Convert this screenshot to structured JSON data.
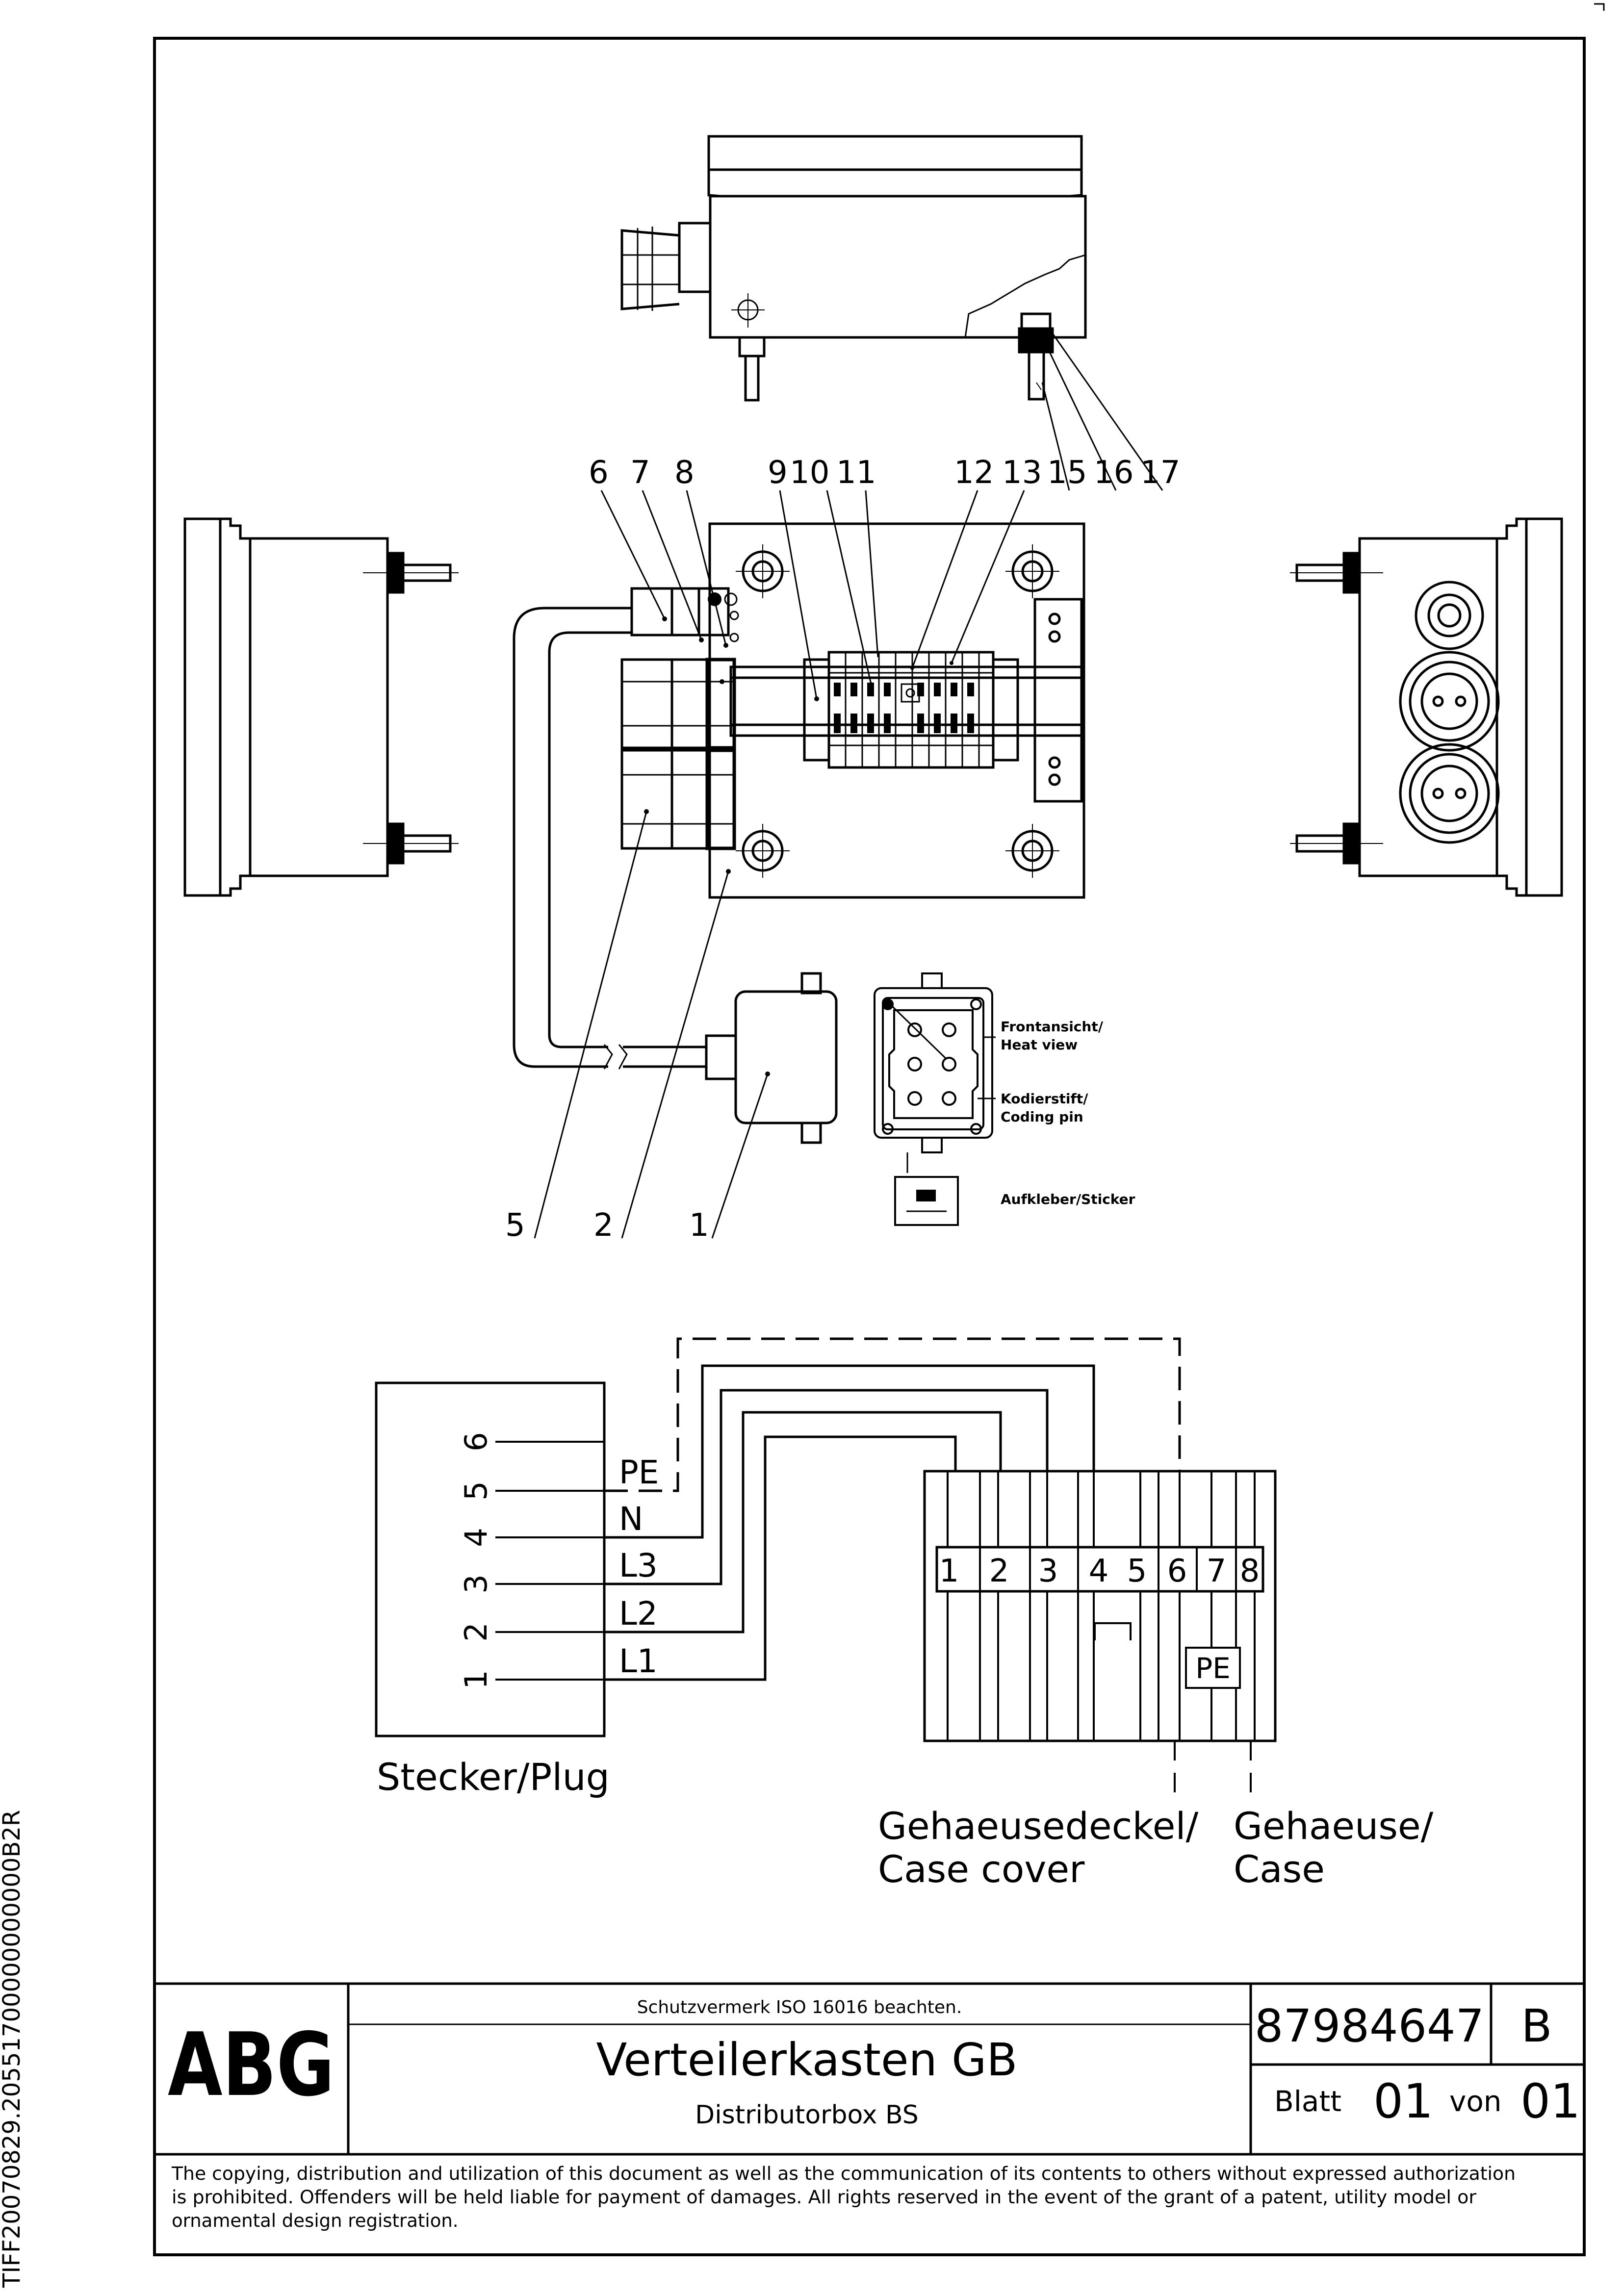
{
  "side_code": "TIFF20070829.20551700000000000B2R",
  "part_callouts": {
    "top_row": [
      "6",
      "7",
      "8",
      "9",
      "10",
      "11",
      "12",
      "13",
      "15",
      "16",
      "17"
    ],
    "bottom_row": [
      "5",
      "2",
      "1"
    ]
  },
  "connector_notes": {
    "front_view": [
      "Frontansicht/",
      "Heat view"
    ],
    "coding_pin": [
      "Kodierstift/",
      "Coding pin"
    ],
    "sticker": "Aufkleber/Sticker"
  },
  "wiring": {
    "plug_label": "Stecker/Plug",
    "plug_pins": [
      "6",
      "5",
      "4",
      "3",
      "2",
      "1"
    ],
    "wire_labels": [
      "PE",
      "N",
      "L3",
      "L2",
      "L1"
    ],
    "terminals": [
      "1",
      "2",
      "3",
      "4",
      "5",
      "6",
      "7",
      "8"
    ],
    "pe_box": "PE",
    "case_cover": [
      "Gehaeusedeckel/",
      "Case cover"
    ],
    "case": [
      "Gehaeuse/",
      "Case"
    ]
  },
  "title_block": {
    "logo": "ABG",
    "protection_note": "Schutzvermerk ISO 16016 beachten.",
    "title": "Verteilerkasten GB",
    "subtitle": "Distributorbox BS",
    "drawing_number": "87984647",
    "revision": "B",
    "sheet_label": "Blatt",
    "sheet_number": "01",
    "of_label": "von",
    "sheet_total": "01"
  },
  "copyright_lines": [
    "The copying, distribution and utilization of this document as well as the communication of its contents to others without expressed authorization",
    "is prohibited. Offenders will be held liable for payment of damages. All rights reserved in the event of the grant of a patent, utility model or",
    "ornamental design registration."
  ]
}
